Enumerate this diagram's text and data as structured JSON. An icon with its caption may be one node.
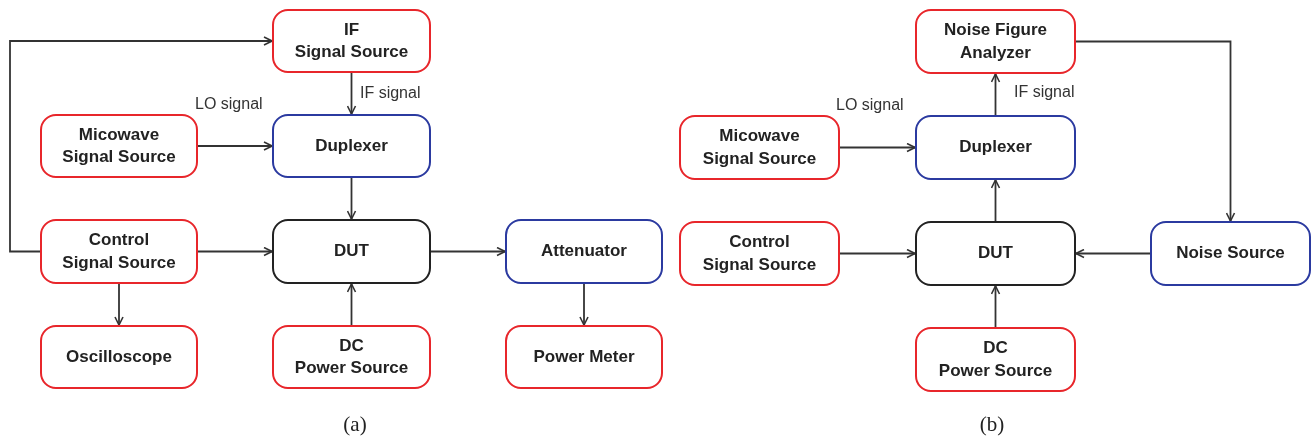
{
  "diagram": {
    "nodes": [
      {
        "text": [
          "IF Signal Source"
        ]
      },
      {
        "text": [
          "Micowave Signal Source"
        ]
      },
      {
        "text": [
          "Duplexer"
        ]
      },
      {
        "text": [
          "Control Signal Source"
        ]
      },
      {
        "text": [
          "DUT"
        ]
      },
      {
        "text": [
          "Attenuator"
        ]
      },
      {
        "text": [
          "Oscilloscope"
        ]
      },
      {
        "text": [
          "DC Power Source"
        ]
      },
      {
        "text": [
          "Power Meter"
        ]
      },
      {
        "text": [
          "Noise Figure Analyzer"
        ]
      },
      {
        "text": [
          "Micowave Signal Source"
        ]
      },
      {
        "text": [
          "Duplexer"
        ]
      },
      {
        "text": [
          "Control Signal Source"
        ]
      },
      {
        "text": [
          "DUT"
        ]
      },
      {
        "text": [
          "Noise Source"
        ]
      },
      {
        "text": [
          "DC Power Source"
        ]
      }
    ],
    "edges": [
      {
        "from": 3,
        "to": 0,
        "arrow": "to"
      },
      {
        "from": 0,
        "to": 2,
        "arrow": "to",
        "label": "IF signal"
      },
      {
        "from": 1,
        "to": 2,
        "arrow": "to",
        "label": "LO signal"
      },
      {
        "from": 2,
        "to": 4,
        "arrow": "to"
      },
      {
        "from": 3,
        "to": 4,
        "arrow": "to"
      },
      {
        "from": 7,
        "to": 4,
        "arrow": "to"
      },
      {
        "from": 4,
        "to": 5,
        "arrow": "to"
      },
      {
        "from": 3,
        "to": 6,
        "arrow": "to"
      },
      {
        "from": 5,
        "to": 8,
        "arrow": "to"
      },
      {
        "from": 11,
        "to": 9,
        "arrow": "to",
        "label": "IF signal"
      },
      {
        "from": 10,
        "to": 11,
        "arrow": "to",
        "label": "LO signal"
      },
      {
        "from": 12,
        "to": 13,
        "arrow": "to"
      },
      {
        "from": 13,
        "to": 11,
        "arrow": "to"
      },
      {
        "from": 15,
        "to": 13,
        "arrow": "to"
      },
      {
        "from": 14,
        "to": 13,
        "arrow": "to"
      },
      {
        "from": 9,
        "to": 14,
        "arrow": "to"
      }
    ],
    "labels": [
      "(a)",
      "(b)"
    ]
  }
}
